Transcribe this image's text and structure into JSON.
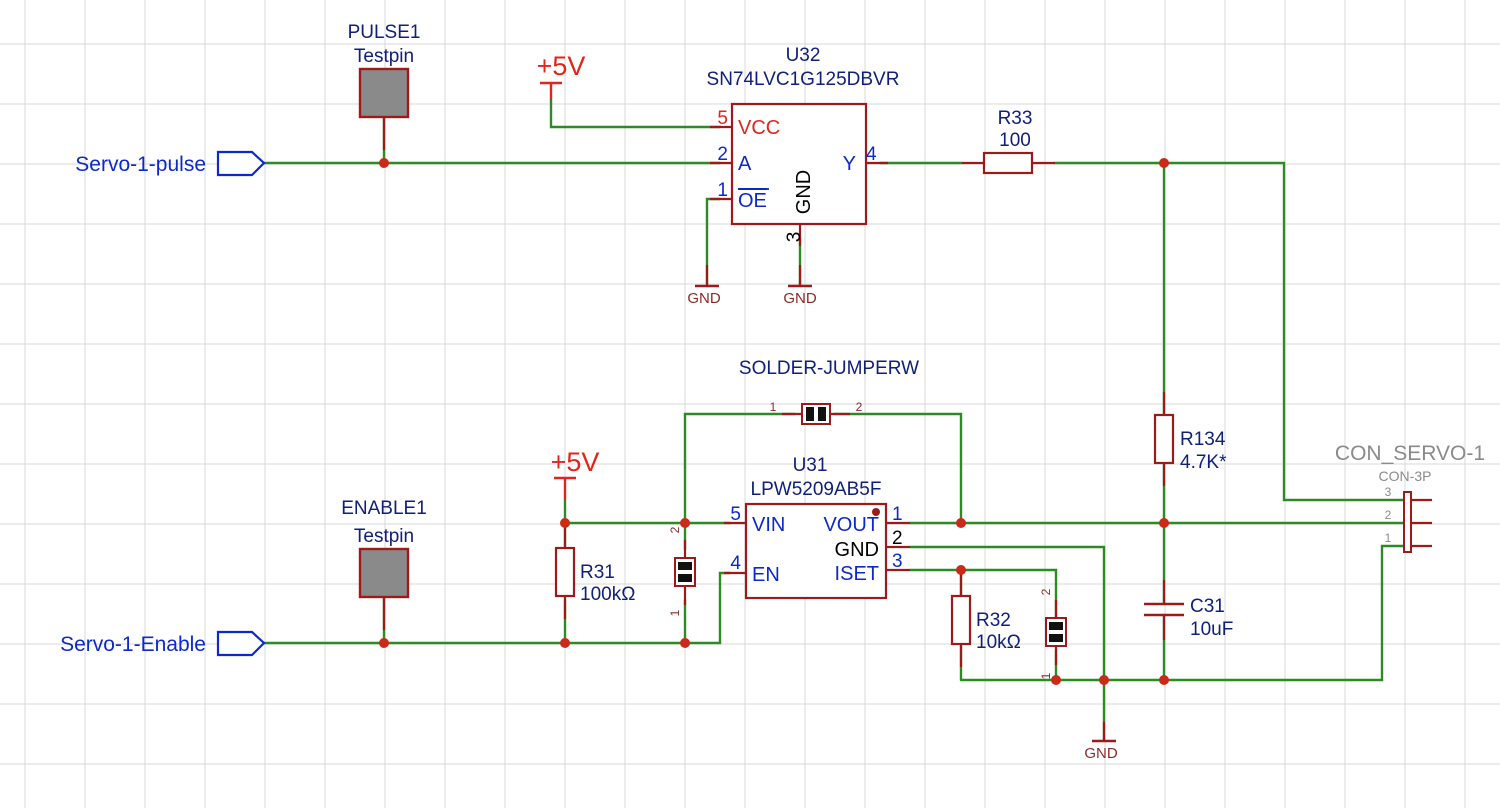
{
  "nets": {
    "servo_pulse": "Servo-1-pulse",
    "servo_enable": "Servo-1-Enable"
  },
  "testpins": {
    "pulse": {
      "ref": "PULSE1",
      "value": "Testpin"
    },
    "enable": {
      "ref": "ENABLE1",
      "value": "Testpin"
    }
  },
  "power": {
    "plus5v_top": "+5V",
    "plus5v_bottom": "+5V",
    "gnd": "GND"
  },
  "u32": {
    "ref": "U32",
    "part": "SN74LVC1G125DBVR",
    "pins": [
      {
        "num": "5",
        "name": "VCC"
      },
      {
        "num": "2",
        "name": "A"
      },
      {
        "num": "1",
        "name": "OE"
      },
      {
        "num": "4",
        "name": "Y"
      },
      {
        "num": "3",
        "name": "GND"
      }
    ]
  },
  "u31": {
    "ref": "U31",
    "part": "LPW5209AB5F",
    "pins": [
      {
        "num": "5",
        "name": "VIN"
      },
      {
        "num": "4",
        "name": "EN"
      },
      {
        "num": "1",
        "name": "VOUT"
      },
      {
        "num": "2",
        "name": "GND"
      },
      {
        "num": "3",
        "name": "ISET"
      }
    ]
  },
  "resistors": {
    "r33": {
      "ref": "R33",
      "value": "100"
    },
    "r134": {
      "ref": "R134",
      "value": "4.7K*"
    },
    "r31": {
      "ref": "R31",
      "value": "100kΩ"
    },
    "r32": {
      "ref": "R32",
      "value": "10kΩ"
    }
  },
  "capacitor": {
    "ref": "C31",
    "value": "10uF"
  },
  "jumper": {
    "ref": "SOLDER-JUMPERW",
    "pin1": "1",
    "pin2": "2"
  },
  "small_jumper_pins": {
    "p1": "1",
    "p2": "2"
  },
  "connector": {
    "ref": "CON_SERVO-1",
    "part": "CON-3P",
    "pins": [
      "3",
      "2",
      "1"
    ]
  },
  "colors": {
    "wire": "#2e8b24",
    "junction": "#cc2a18",
    "component": "#9b1b1b",
    "net_label": "#0c29c9",
    "power": "#e0251b",
    "grid": "#d9d9d9"
  }
}
